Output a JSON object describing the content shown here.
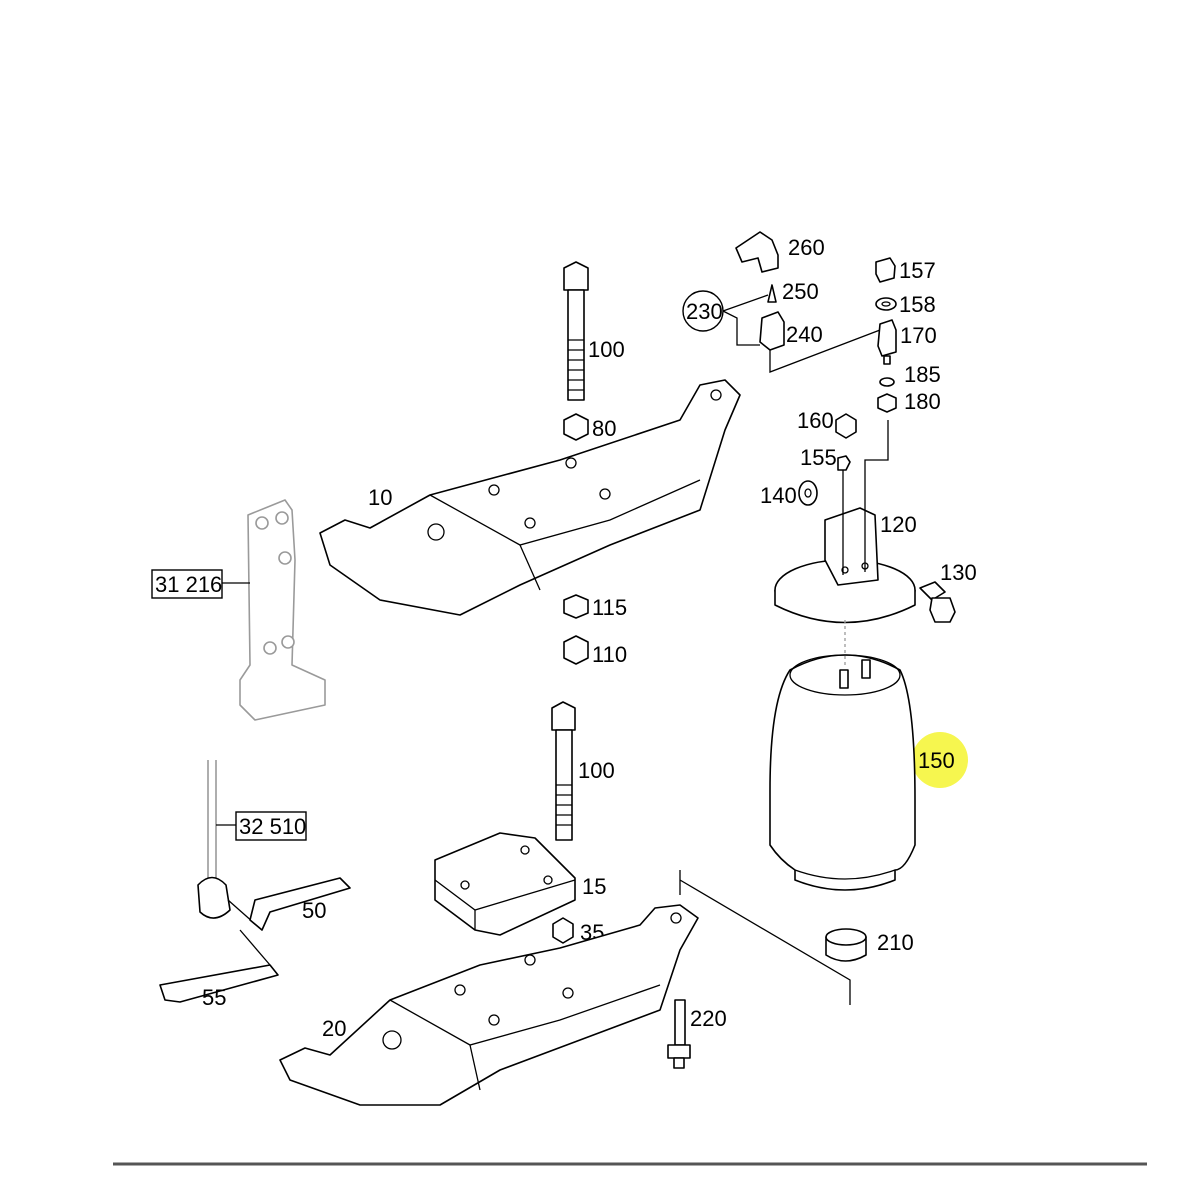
{
  "diagram": {
    "highlight_color": "#f5f53c",
    "labels": {
      "p10": "10",
      "p15": "15",
      "p20": "20",
      "p35": "35",
      "p50": "50",
      "p55": "55",
      "p80": "80",
      "p100a": "100",
      "p100b": "100",
      "p110": "110",
      "p115": "115",
      "p120": "120",
      "p130": "130",
      "p140": "140",
      "p150": "150",
      "p155": "155",
      "p157": "157",
      "p158": "158",
      "p160": "160",
      "p170": "170",
      "p180": "180",
      "p185": "185",
      "p210": "210",
      "p220": "220",
      "p230": "230",
      "p240": "240",
      "p250": "250",
      "p260": "260",
      "ref31216": "31 216",
      "ref32510": "32 510"
    }
  }
}
